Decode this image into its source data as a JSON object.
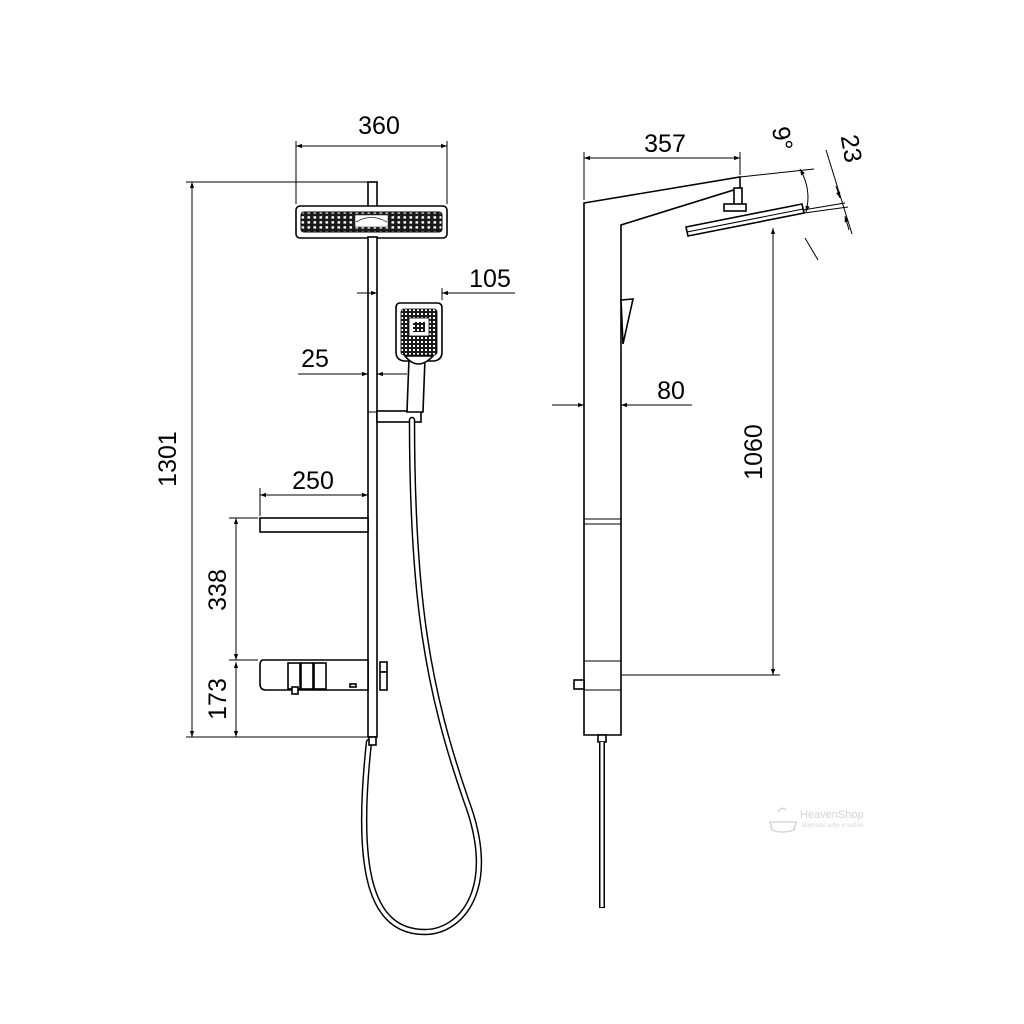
{
  "front_view": {
    "dimensions": {
      "head_width": "360",
      "handshower_width": "105",
      "handshower_offset": "25",
      "shelf_width": "250",
      "overall_height": "1301",
      "shelf_spacing": "338",
      "thermostat_height": "173"
    }
  },
  "side_view": {
    "dimensions": {
      "arm_length": "357",
      "head_tilt_angle": "9°",
      "head_thickness": "23",
      "column_depth": "80",
      "head_height": "1060"
    }
  },
  "watermark": {
    "brand": "HeavenShop",
    "tagline": "doprajte sebe a vašim"
  }
}
